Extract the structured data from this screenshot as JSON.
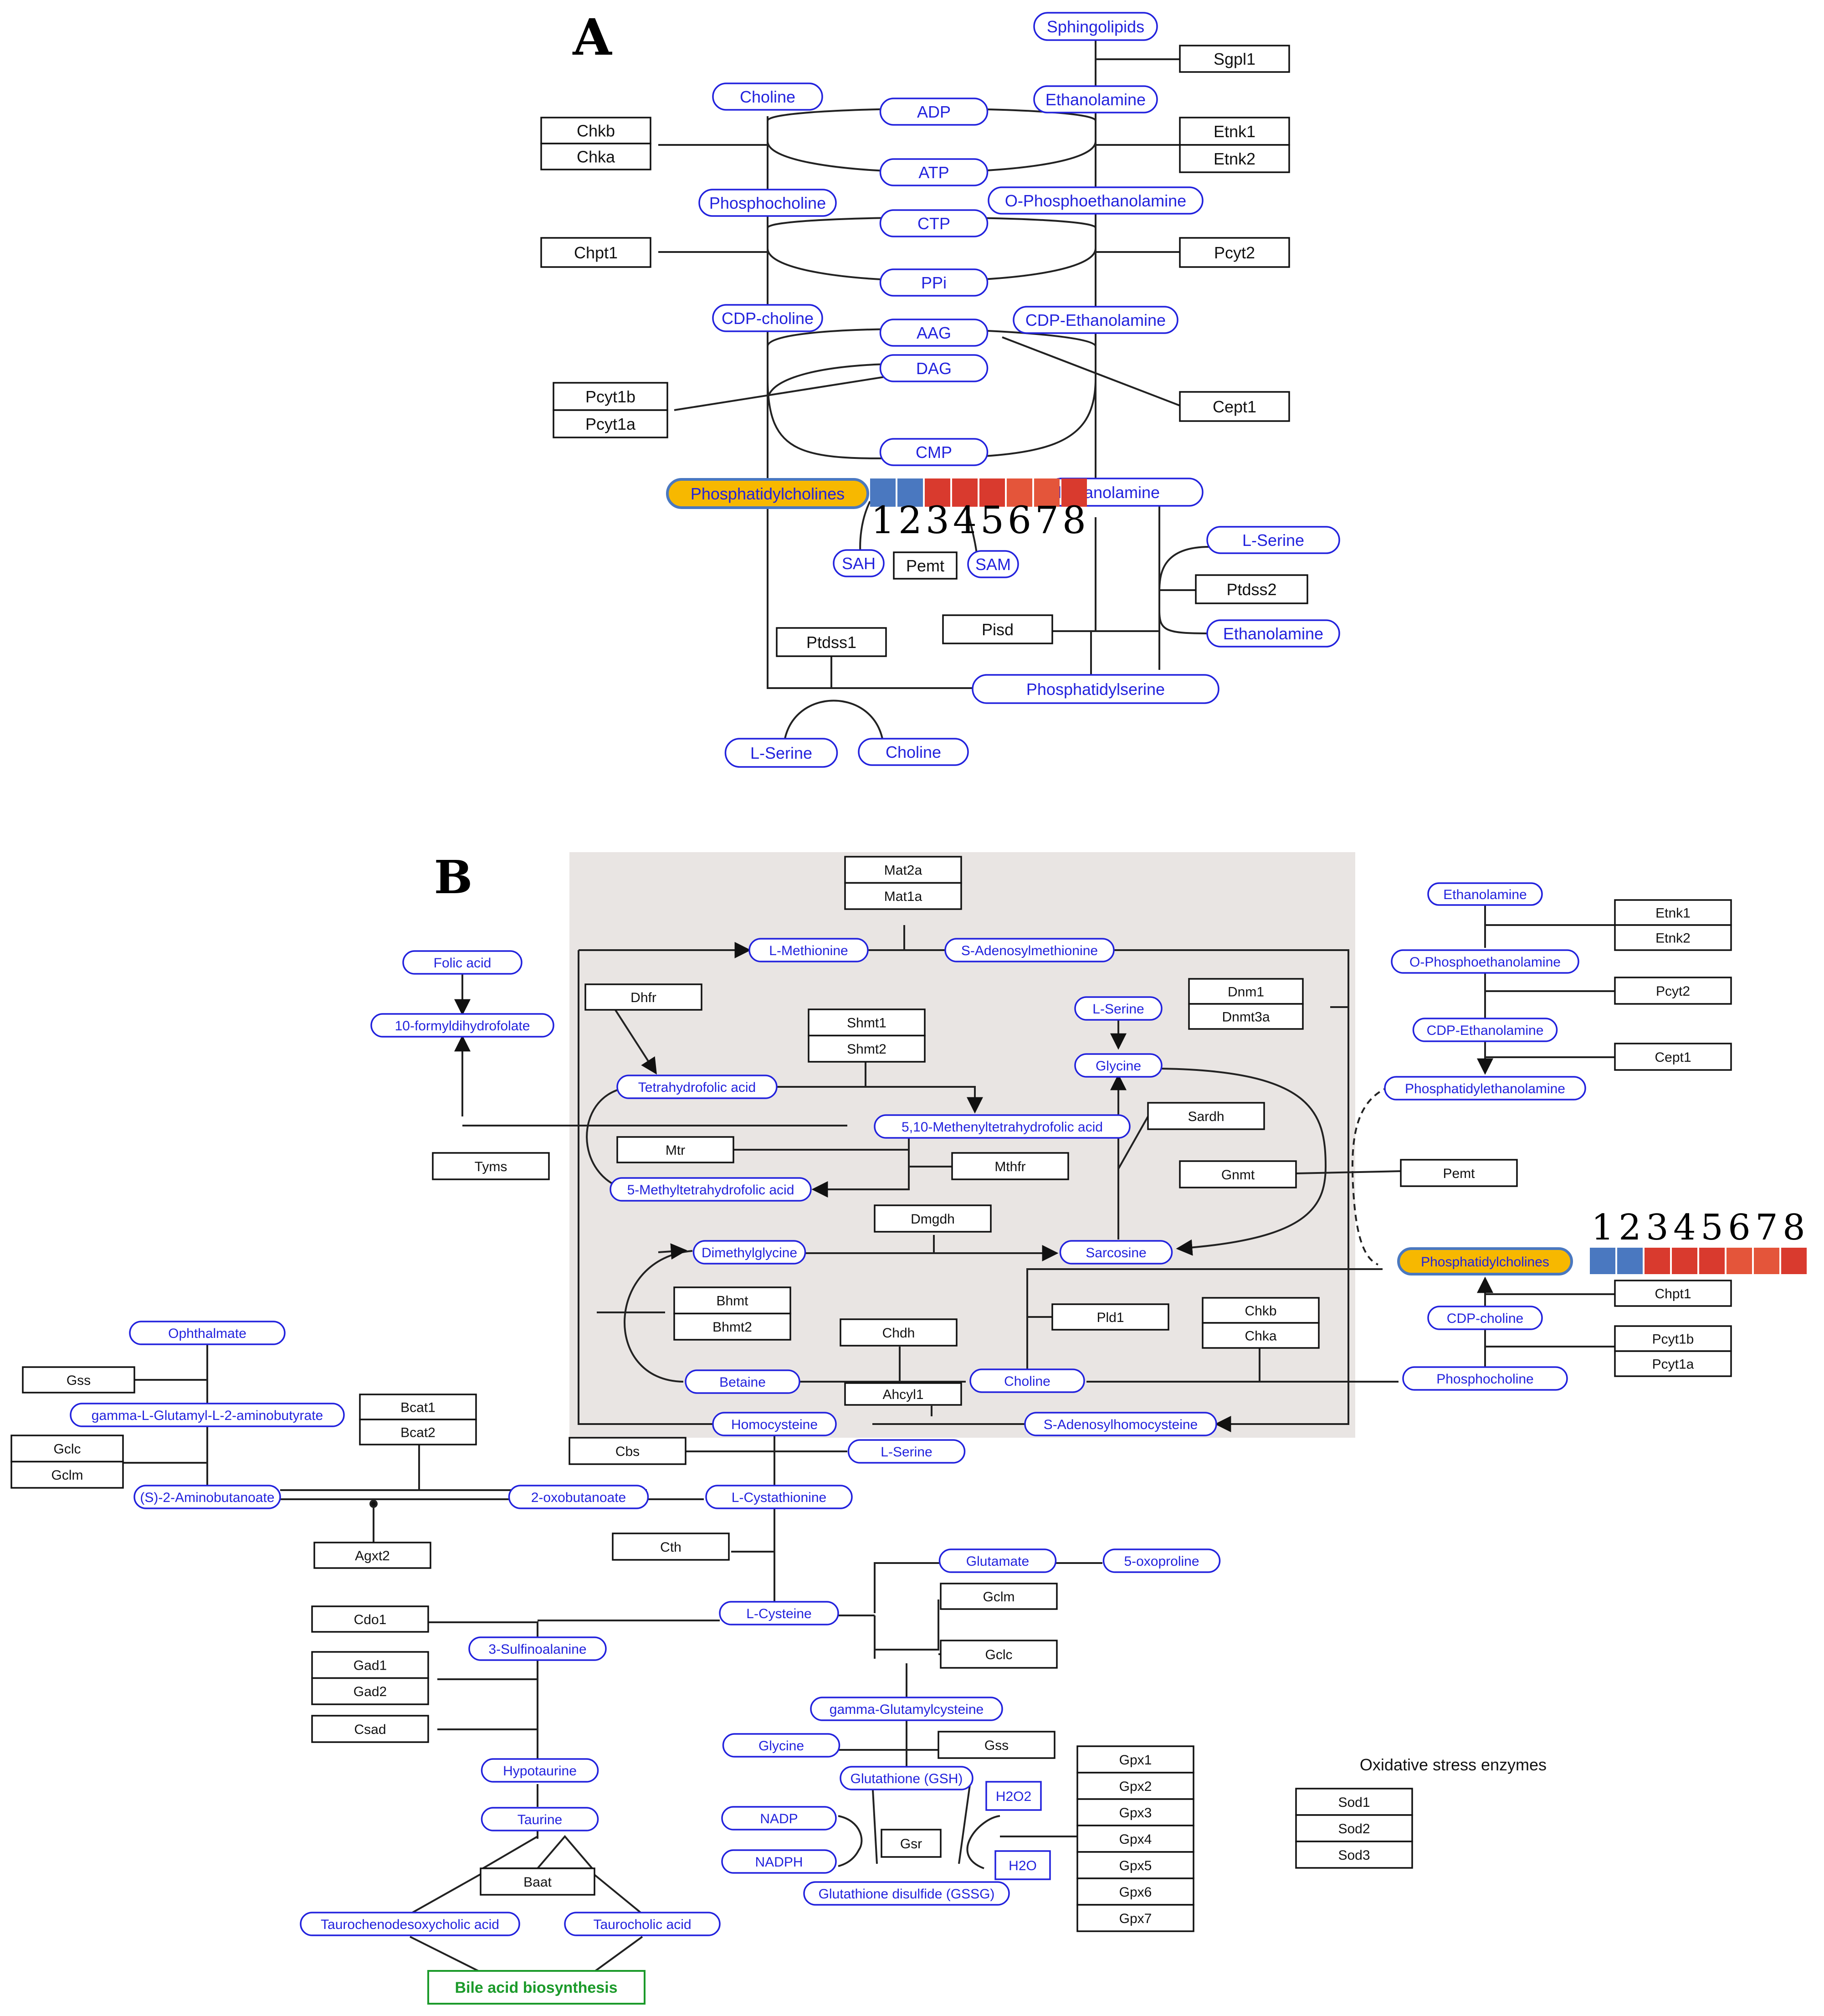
{
  "panel_a": {
    "label": "A",
    "metabolites": {
      "sphingolipids": "Sphingolipids",
      "choline_top": "Choline",
      "ethanolamine_top": "Ethanolamine",
      "adp": "ADP",
      "atp": "ATP",
      "phosphocholine": "Phosphocholine",
      "o_phosphoethanolamine": "O-Phosphoethanolamine",
      "ctp": "CTP",
      "ppi": "PPi",
      "cdp_choline": "CDP-choline",
      "cdp_ethanolamine": "CDP-Ethanolamine",
      "aag": "AAG",
      "dag": "DAG",
      "cmp": "CMP",
      "phosphatidylcholines": "Phosphatidylcholines",
      "phosphatidylethanolamine_partial": "ylethanolamine",
      "sah": "SAH",
      "sam": "SAM",
      "l_serine_right": "L-Serine",
      "ethanolamine_right": "Ethanolamine",
      "phosphatidylserine": "Phosphatidylserine",
      "l_serine_bottom": "L-Serine",
      "choline_bottom": "Choline"
    },
    "genes": {
      "sgpl1": "Sgpl1",
      "chkb": "Chkb",
      "chka": "Chka",
      "etnk1": "Etnk1",
      "etnk2": "Etnk2",
      "chpt1": "Chpt1",
      "pcyt2": "Pcyt2",
      "pcyt1b": "Pcyt1b",
      "pcyt1a": "Pcyt1a",
      "cept1": "Cept1",
      "pemt": "Pemt",
      "ptdss2": "Ptdss2",
      "pisd": "Pisd",
      "ptdss1": "Ptdss1"
    },
    "heatmap": {
      "numbers": [
        "1",
        "2",
        "3",
        "4",
        "5",
        "6",
        "7",
        "8"
      ],
      "colors": [
        "#4a78c0",
        "#4a78c0",
        "#d93a2e",
        "#d93a2e",
        "#d93a2e",
        "#e4553a",
        "#e4553a",
        "#d93a2e"
      ]
    }
  },
  "panel_b": {
    "label": "B",
    "metabolites": {
      "l_methionine": "L-Methionine",
      "s_adenosylmethionine": "S-Adenosylmethionine",
      "folic_acid": "Folic acid",
      "formyl": "10-formyldihydrofolate",
      "thf": "Tetrahydrofolic acid",
      "methenyl": "5,10-Methenyltetrahydrofolic acid",
      "methyl_thf": "5-Methyltetrahydrofolic acid",
      "l_serine_top": "L-Serine",
      "glycine_top": "Glycine",
      "dimethylglycine": "Dimethylglycine",
      "sarcosine": "Sarcosine",
      "betaine": "Betaine",
      "choline": "Choline",
      "homocysteine": "Homocysteine",
      "sah": "S-Adenosylhomocysteine",
      "ethanolamine": "Ethanolamine",
      "o_phosphoethanolamine": "O-Phosphoethanolamine",
      "cdp_ethanolamine": "CDP-Ethanolamine",
      "phosphatidylethanolamine": "Phosphatidylethanolamine",
      "phosphatidylcholines": "Phosphatidylcholines",
      "cdp_choline": "CDP-choline",
      "phosphocholine": "Phosphocholine",
      "ophthalmate": "Ophthalmate",
      "gamma_glu_aminobutyrate": "gamma-L-Glutamyl-L-2-aminobutyrate",
      "aminobutanoate": "(S)-2-Aminobutanoate",
      "oxobutanoate": "2-oxobutanoate",
      "l_serine_mid": "L-Serine",
      "l_cystathionine": "L-Cystathionine",
      "glutamate": "Glutamate",
      "oxoproline": "5-oxoproline",
      "l_cysteine": "L-Cysteine",
      "sulfinoalanine": "3-Sulfinoalanine",
      "gamma_glutamylcysteine": "gamma-Glutamylcysteine",
      "glycine_bottom": "Glycine",
      "gsh": "Glutathione (GSH)",
      "h2o2": "H2O2",
      "nadp": "NADP",
      "nadph": "NADPH",
      "h2o": "H2O",
      "gssg": "Glutathione disulfide (GSSG)",
      "hypotaurine": "Hypotaurine",
      "taurine": "Taurine",
      "taurochenodesoxycholic": "Taurochenodesoxycholic acid",
      "taurocholic": "Taurocholic acid",
      "bile_acid": "Bile acid biosynthesis"
    },
    "genes": {
      "mat2a": "Mat2a",
      "mat1a": "Mat1a",
      "dhfr": "Dhfr",
      "shmt1": "Shmt1",
      "shmt2": "Shmt2",
      "dnm1": "Dnm1",
      "dnmt3a": "Dnmt3a",
      "mtr": "Mtr",
      "tyms": "Tyms",
      "mthfr": "Mthfr",
      "sardh": "Sardh",
      "gnmt": "Gnmt",
      "pemt": "Pemt",
      "dmgdh": "Dmgdh",
      "bhmt": "Bhmt",
      "bhmt2": "Bhmt2",
      "chdh": "Chdh",
      "pld1": "Pld1",
      "chkb": "Chkb",
      "chka": "Chka",
      "ahcyl1": "Ahcyl1",
      "etnk1": "Etnk1",
      "etnk2": "Etnk2",
      "pcyt2": "Pcyt2",
      "cept1": "Cept1",
      "chpt1": "Chpt1",
      "pcyt1b": "Pcyt1b",
      "pcyt1a": "Pcyt1a",
      "gss_left": "Gss",
      "bcat1": "Bcat1",
      "bcat2": "Bcat2",
      "gclc_left": "Gclc",
      "gclm_left": "Gclm",
      "cbs": "Cbs",
      "agxt2": "Agxt2",
      "cth": "Cth",
      "cdo1": "Cdo1",
      "gad1": "Gad1",
      "gad2": "Gad2",
      "csad": "Csad",
      "gclm_right": "Gclm",
      "gclc_right": "Gclc",
      "gss_right": "Gss",
      "gsr": "Gsr",
      "baat": "Baat",
      "gpx": [
        "Gpx1",
        "Gpx2",
        "Gpx3",
        "Gpx4",
        "Gpx5",
        "Gpx6",
        "Gpx7"
      ],
      "sod": [
        "Sod1",
        "Sod2",
        "Sod3"
      ]
    },
    "oxidative_title": "Oxidative stress enzymes",
    "heatmap": {
      "numbers": [
        "1",
        "2",
        "3",
        "4",
        "5",
        "6",
        "7",
        "8"
      ],
      "colors": [
        "#4a78c0",
        "#4a78c0",
        "#d93a2e",
        "#d93a2e",
        "#d93a2e",
        "#e4553a",
        "#e4553a",
        "#d93a2e"
      ]
    }
  },
  "colors": {
    "metabolite_border": "#2222dd",
    "metabolite_text": "#2222dd",
    "gene_border": "#111111",
    "highlight_fill": "#f7b800",
    "highlight_border": "#4a78c0",
    "panel_bg": "#e9e5e3",
    "bile_acid_color": "#1b9a2a"
  }
}
